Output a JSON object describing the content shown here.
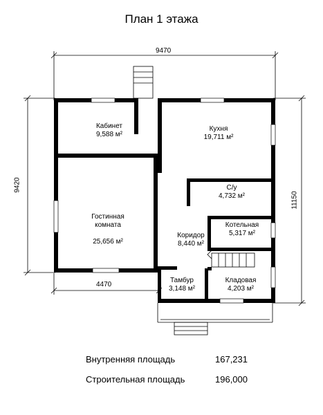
{
  "title": "План 1 этажа",
  "dimensions": {
    "top": "9470",
    "left": "9420",
    "right": "11150",
    "bottom_left": "4470"
  },
  "rooms": [
    {
      "name": "Кабинет",
      "area": "9,588 м²"
    },
    {
      "name": "Кухня",
      "area": "19,711 м²"
    },
    {
      "name": "С/у",
      "area": "4,732 м²"
    },
    {
      "name": "Гостинная\nкомната",
      "area": "25,656 м²"
    },
    {
      "name": "Котельная",
      "area": "5,317 м²"
    },
    {
      "name": "Коридор",
      "area": "8,440 м²"
    },
    {
      "name": "Тамбур",
      "area": "3,148 м²"
    },
    {
      "name": "Кладовая",
      "area": "4,203 м²"
    }
  ],
  "summary": {
    "internal_label": "Внутренняя площадь",
    "internal_value": "167,231",
    "building_label": "Строительная площадь",
    "building_value": "196,000"
  }
}
